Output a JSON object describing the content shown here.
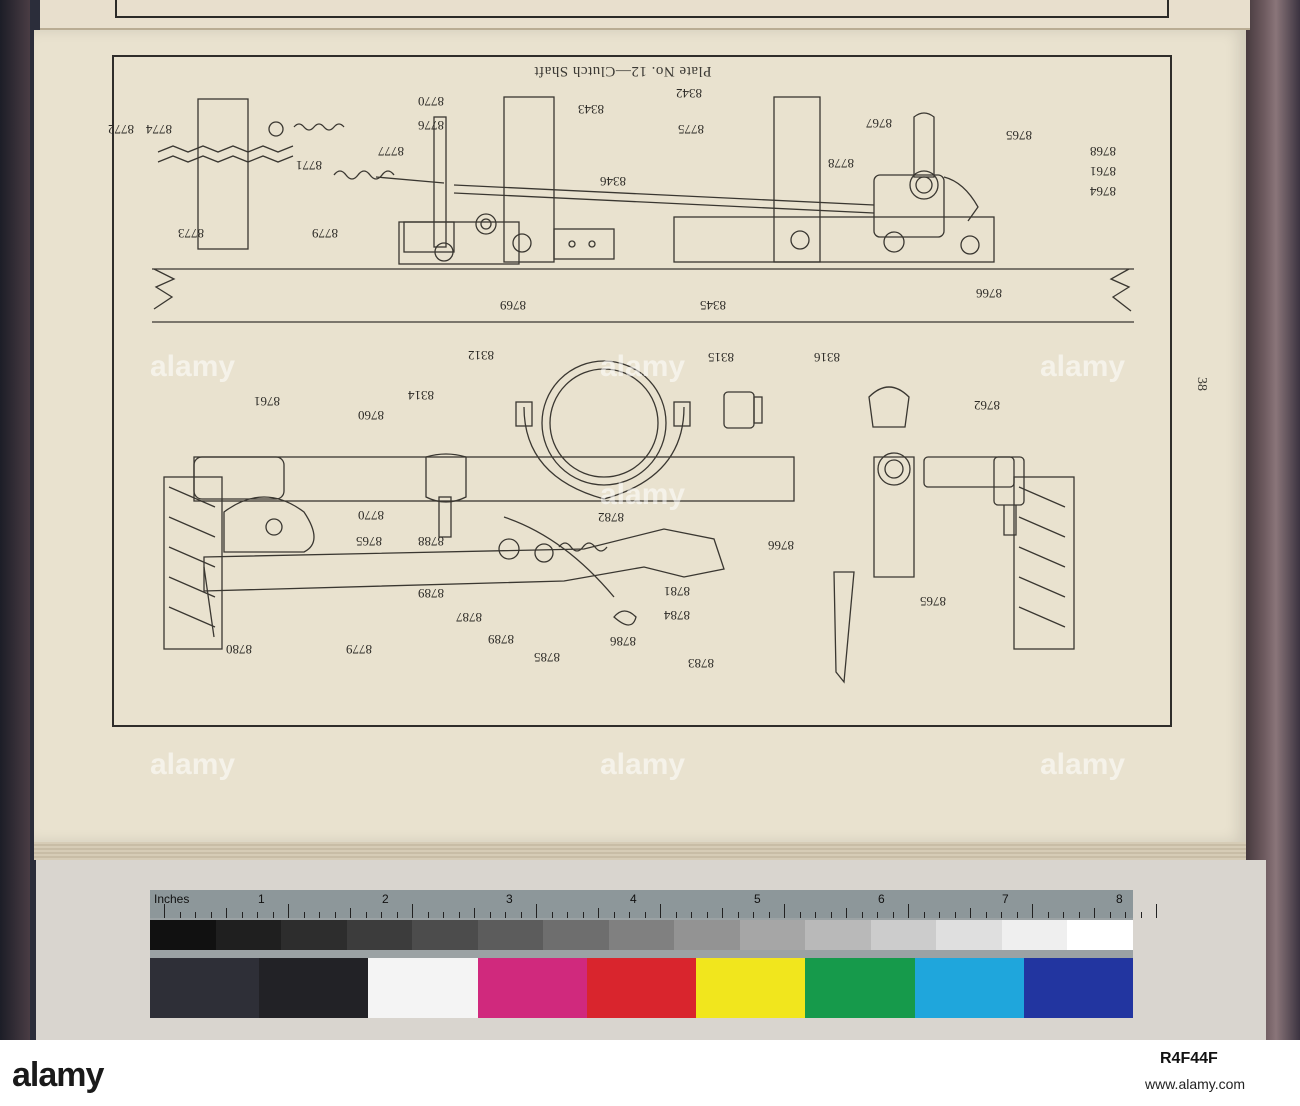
{
  "plate_title": "Plate No. 12—Clutch Shaft",
  "page_number": "38",
  "upper_view_labels": [
    "8774",
    "8772",
    "8771",
    "8773",
    "8770",
    "8776",
    "8777",
    "8779",
    "8769",
    "8343",
    "8346",
    "8342",
    "8775",
    "8345",
    "8767",
    "8778",
    "8765",
    "8768",
    "8761",
    "8764",
    "8766"
  ],
  "lower_view_labels": [
    "8312",
    "8314",
    "8315",
    "8316",
    "8761",
    "8760",
    "8770",
    "8782",
    "8765",
    "8788",
    "8789",
    "8787",
    "8789",
    "8785",
    "8786",
    "8784",
    "8781",
    "8783",
    "8779",
    "8780",
    "8762",
    "8766",
    "8765"
  ],
  "color_chart": {
    "ruler_unit_label": "Inches",
    "ruler_numbers": [
      "1",
      "2",
      "3",
      "4",
      "5",
      "6",
      "7",
      "8"
    ],
    "gray_steps": [
      "#111111",
      "#1f1f1f",
      "#2d2d2d",
      "#3c3c3c",
      "#4c4c4c",
      "#5c5c5c",
      "#6e6e6e",
      "#808080",
      "#939393",
      "#a6a6a6",
      "#b9b9b9",
      "#cccccc",
      "#dfdfdf",
      "#efefef",
      "#ffffff"
    ],
    "color_patches": [
      "#2e2f37",
      "#222226",
      "#f4f4f4",
      "#d0297d",
      "#d9252d",
      "#f1e61d",
      "#169a4b",
      "#1fa6dc",
      "#2235a0"
    ]
  },
  "watermark": {
    "brand": "alamy",
    "image_id": "R4F44F",
    "url": "www.alamy.com"
  }
}
